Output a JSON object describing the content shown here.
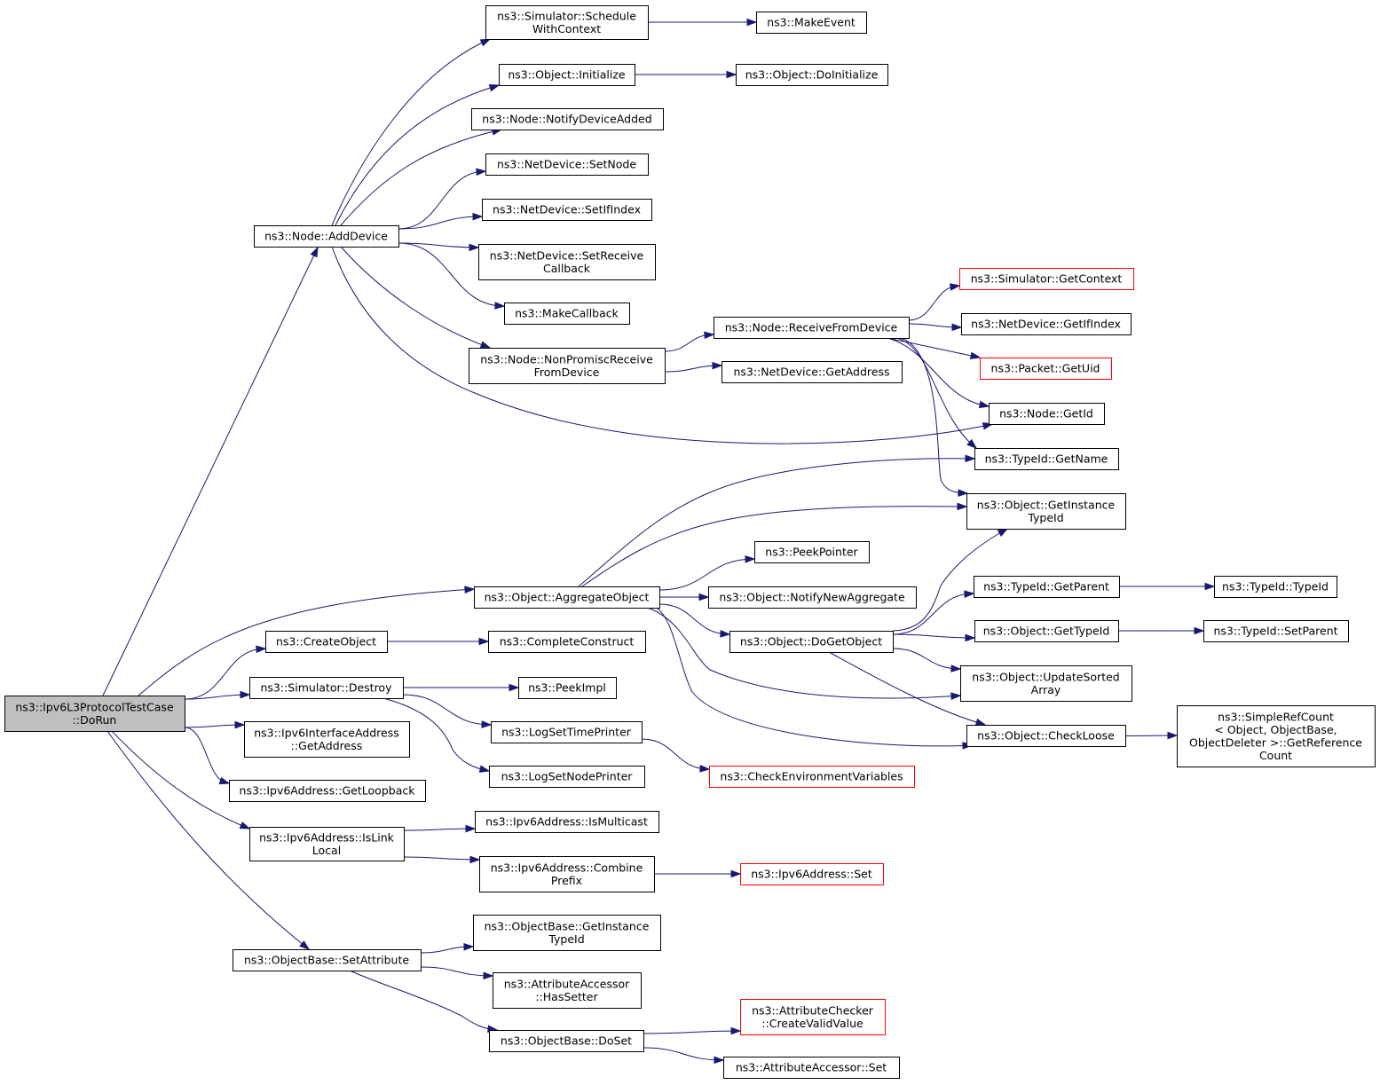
{
  "diagram": {
    "colors": {
      "edge": "#191970",
      "node_border": "#000000",
      "truncated_node_border": "#ff0000",
      "root_fill": "#bfbfbf",
      "node_fill": "#ffffff"
    },
    "nodes": {
      "root": {
        "lines": [
          "ns3::Ipv6L3ProtocolTestCase",
          "::DoRun"
        ],
        "kind": "root"
      },
      "adddevice": {
        "lines": [
          "ns3::Node::AddDevice"
        ]
      },
      "aggregate": {
        "lines": [
          "ns3::Object::AggregateObject"
        ]
      },
      "createobject": {
        "lines": [
          "ns3::CreateObject"
        ]
      },
      "simdestroy": {
        "lines": [
          "ns3::Simulator::Destroy"
        ]
      },
      "ifaddrget": {
        "lines": [
          "ns3::Ipv6InterfaceAddress",
          "::GetAddress"
        ]
      },
      "getloopback": {
        "lines": [
          "ns3::Ipv6Address::GetLoopback"
        ]
      },
      "islinklocal": {
        "lines": [
          "ns3::Ipv6Address::IsLink",
          "Local"
        ]
      },
      "setattribute": {
        "lines": [
          "ns3::ObjectBase::SetAttribute"
        ]
      },
      "schedule": {
        "lines": [
          "ns3::Simulator::Schedule",
          "WithContext"
        ]
      },
      "makeevent": {
        "lines": [
          "ns3::MakeEvent"
        ]
      },
      "initialize": {
        "lines": [
          "ns3::Object::Initialize"
        ]
      },
      "doinitialize": {
        "lines": [
          "ns3::Object::DoInitialize"
        ]
      },
      "notifydevice": {
        "lines": [
          "ns3::Node::NotifyDeviceAdded"
        ]
      },
      "setnode": {
        "lines": [
          "ns3::NetDevice::SetNode"
        ]
      },
      "setifindex": {
        "lines": [
          "ns3::NetDevice::SetIfIndex"
        ]
      },
      "setreceive": {
        "lines": [
          "ns3::NetDevice::SetReceive",
          "Callback"
        ]
      },
      "makecallback": {
        "lines": [
          "ns3::MakeCallback"
        ]
      },
      "nonpromisc": {
        "lines": [
          "ns3::Node::NonPromiscReceive",
          "FromDevice"
        ]
      },
      "receivefrom": {
        "lines": [
          "ns3::Node::ReceiveFromDevice"
        ]
      },
      "getaddress": {
        "lines": [
          "ns3::NetDevice::GetAddress"
        ]
      },
      "getcontext": {
        "lines": [
          "ns3::Simulator::GetContext"
        ],
        "kind": "truncated"
      },
      "getifindex": {
        "lines": [
          "ns3::NetDevice::GetIfIndex"
        ]
      },
      "getuid": {
        "lines": [
          "ns3::Packet::GetUid"
        ],
        "kind": "truncated"
      },
      "nodegetid": {
        "lines": [
          "ns3::Node::GetId"
        ]
      },
      "getname": {
        "lines": [
          "ns3::TypeId::GetName"
        ]
      },
      "getinstancetypeid": {
        "lines": [
          "ns3::Object::GetInstance",
          "TypeId"
        ]
      },
      "peekpointer": {
        "lines": [
          "ns3::PeekPointer"
        ]
      },
      "notifynewagg": {
        "lines": [
          "ns3::Object::NotifyNewAggregate"
        ]
      },
      "dogetobject": {
        "lines": [
          "ns3::Object::DoGetObject"
        ]
      },
      "completeconstruct": {
        "lines": [
          "ns3::CompleteConstruct"
        ]
      },
      "peekimpl": {
        "lines": [
          "ns3::PeekImpl"
        ]
      },
      "logsettime": {
        "lines": [
          "ns3::LogSetTimePrinter"
        ]
      },
      "logsetnode": {
        "lines": [
          "ns3::LogSetNodePrinter"
        ]
      },
      "checkenv": {
        "lines": [
          "ns3::CheckEnvironmentVariables"
        ],
        "kind": "truncated"
      },
      "gettypeid": {
        "lines": [
          "ns3::Object::GetTypeId"
        ]
      },
      "updatesorted": {
        "lines": [
          "ns3::Object::UpdateSorted",
          "Array"
        ]
      },
      "checkloose": {
        "lines": [
          "ns3::Object::CheckLoose"
        ]
      },
      "getparent": {
        "lines": [
          "ns3::TypeId::GetParent"
        ]
      },
      "typeidctor": {
        "lines": [
          "ns3::TypeId::TypeId"
        ]
      },
      "setparent": {
        "lines": [
          "ns3::TypeId::SetParent"
        ]
      },
      "getrefcount": {
        "lines": [
          "ns3::SimpleRefCount",
          "< Object, ObjectBase,",
          "ObjectDeleter >::GetReference",
          "Count"
        ]
      },
      "ismulticast": {
        "lines": [
          "ns3::Ipv6Address::IsMulticast"
        ]
      },
      "combineprefix": {
        "lines": [
          "ns3::Ipv6Address::Combine",
          "Prefix"
        ]
      },
      "ipv6set": {
        "lines": [
          "ns3::Ipv6Address::Set"
        ],
        "kind": "truncated"
      },
      "objbasegetinst": {
        "lines": [
          "ns3::ObjectBase::GetInstance",
          "TypeId"
        ]
      },
      "hassetter": {
        "lines": [
          "ns3::AttributeAccessor",
          "::HasSetter"
        ]
      },
      "doset": {
        "lines": [
          "ns3::ObjectBase::DoSet"
        ]
      },
      "createvalid": {
        "lines": [
          "ns3::AttributeChecker",
          "::CreateValidValue"
        ],
        "kind": "truncated"
      },
      "accessorset": {
        "lines": [
          "ns3::AttributeAccessor::Set"
        ]
      }
    },
    "edges": [
      [
        "root",
        "adddevice"
      ],
      [
        "root",
        "aggregate"
      ],
      [
        "root",
        "createobject"
      ],
      [
        "root",
        "simdestroy"
      ],
      [
        "root",
        "ifaddrget"
      ],
      [
        "root",
        "getloopback"
      ],
      [
        "root",
        "islinklocal"
      ],
      [
        "root",
        "setattribute"
      ],
      [
        "adddevice",
        "schedule"
      ],
      [
        "adddevice",
        "initialize"
      ],
      [
        "adddevice",
        "notifydevice"
      ],
      [
        "adddevice",
        "setnode"
      ],
      [
        "adddevice",
        "setifindex"
      ],
      [
        "adddevice",
        "setreceive"
      ],
      [
        "adddevice",
        "makecallback"
      ],
      [
        "adddevice",
        "nonpromisc"
      ],
      [
        "adddevice",
        "nodegetid"
      ],
      [
        "schedule",
        "makeevent"
      ],
      [
        "initialize",
        "doinitialize"
      ],
      [
        "nonpromisc",
        "receivefrom"
      ],
      [
        "nonpromisc",
        "getaddress"
      ],
      [
        "receivefrom",
        "getcontext"
      ],
      [
        "receivefrom",
        "getifindex"
      ],
      [
        "receivefrom",
        "getuid"
      ],
      [
        "receivefrom",
        "nodegetid"
      ],
      [
        "receivefrom",
        "getname"
      ],
      [
        "receivefrom",
        "getinstancetypeid"
      ],
      [
        "aggregate",
        "getname"
      ],
      [
        "aggregate",
        "getinstancetypeid"
      ],
      [
        "aggregate",
        "peekpointer"
      ],
      [
        "aggregate",
        "notifynewagg"
      ],
      [
        "aggregate",
        "dogetobject"
      ],
      [
        "aggregate",
        "updatesorted"
      ],
      [
        "aggregate",
        "checkloose"
      ],
      [
        "dogetobject",
        "getinstancetypeid"
      ],
      [
        "dogetobject",
        "getparent"
      ],
      [
        "dogetobject",
        "gettypeid"
      ],
      [
        "dogetobject",
        "updatesorted"
      ],
      [
        "dogetobject",
        "checkloose"
      ],
      [
        "getparent",
        "typeidctor"
      ],
      [
        "gettypeid",
        "setparent"
      ],
      [
        "checkloose",
        "getrefcount"
      ],
      [
        "createobject",
        "completeconstruct"
      ],
      [
        "simdestroy",
        "peekimpl"
      ],
      [
        "simdestroy",
        "logsettime"
      ],
      [
        "simdestroy",
        "logsetnode"
      ],
      [
        "logsettime",
        "checkenv"
      ],
      [
        "islinklocal",
        "ismulticast"
      ],
      [
        "islinklocal",
        "combineprefix"
      ],
      [
        "combineprefix",
        "ipv6set"
      ],
      [
        "setattribute",
        "objbasegetinst"
      ],
      [
        "setattribute",
        "hassetter"
      ],
      [
        "setattribute",
        "doset"
      ],
      [
        "doset",
        "createvalid"
      ],
      [
        "doset",
        "accessorset"
      ]
    ]
  }
}
